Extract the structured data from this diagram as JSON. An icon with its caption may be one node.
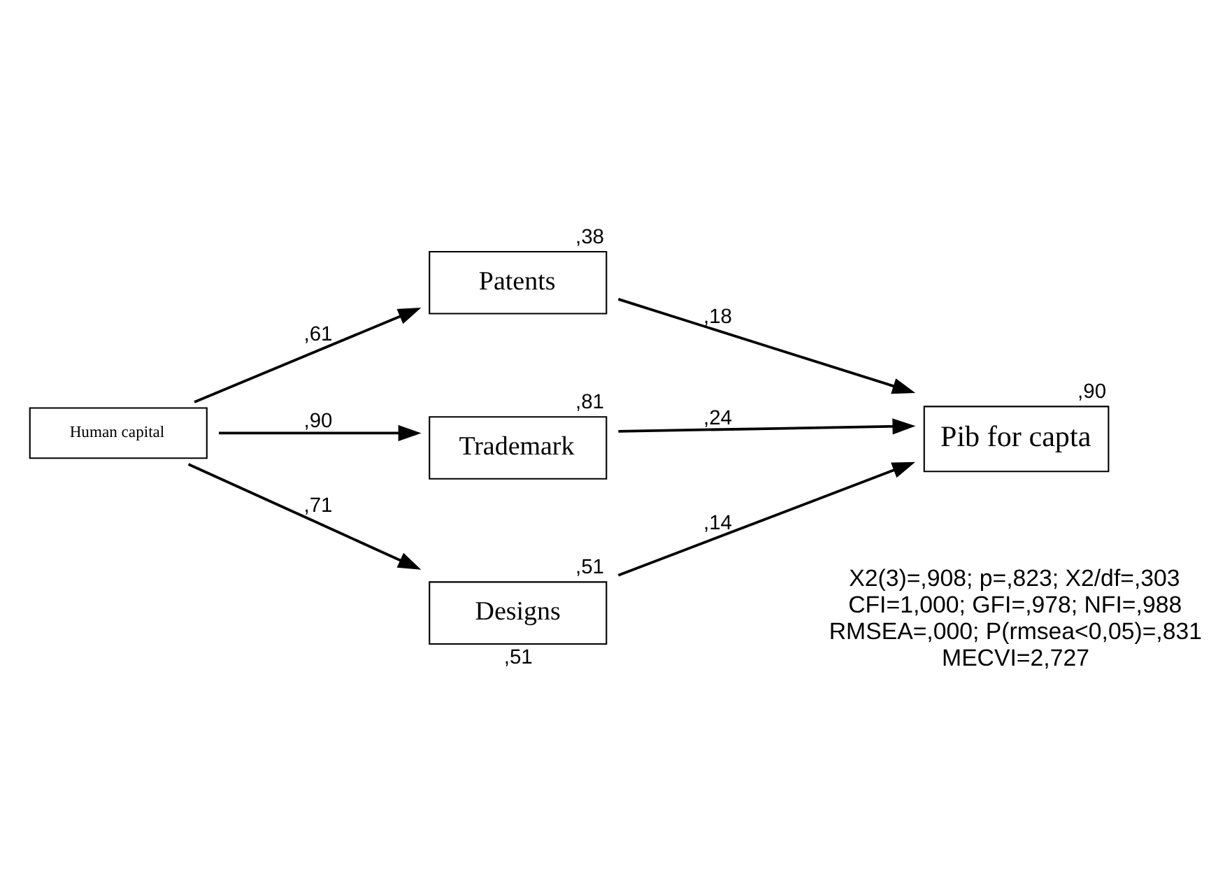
{
  "diagram": {
    "nodes": [
      {
        "text": [
          "Human capital"
        ]
      },
      {
        "text": [
          "Patents"
        ],
        "beside": [
          ",38"
        ]
      },
      {
        "text": [
          "Trademark"
        ],
        "beside": [
          ",81"
        ]
      },
      {
        "text": [
          "Designs"
        ],
        "beside": [
          ",51",
          ",51"
        ]
      },
      {
        "text": [
          "Pib for capta"
        ],
        "beside": [
          ",90"
        ]
      }
    ],
    "edges": [
      {
        "from": 0,
        "to": 1,
        "arrow": "to",
        "label": ",61"
      },
      {
        "from": 0,
        "to": 2,
        "arrow": "to",
        "label": ",90"
      },
      {
        "from": 0,
        "to": 3,
        "arrow": "to",
        "label": ",71"
      },
      {
        "from": 1,
        "to": 4,
        "arrow": "to",
        "label": ",18"
      },
      {
        "from": 2,
        "to": 4,
        "arrow": "to",
        "label": ",24"
      },
      {
        "from": 3,
        "to": 4,
        "arrow": "to",
        "label": ",14"
      }
    ],
    "labels": [
      "X2(3)=,908; p=,823; X2/df=,303",
      "CFI=1,000; GFI=,978; NFI=,988",
      "RMSEA=,000; P(rmsea<0,05)=,831",
      "MECVI=2,727"
    ]
  }
}
